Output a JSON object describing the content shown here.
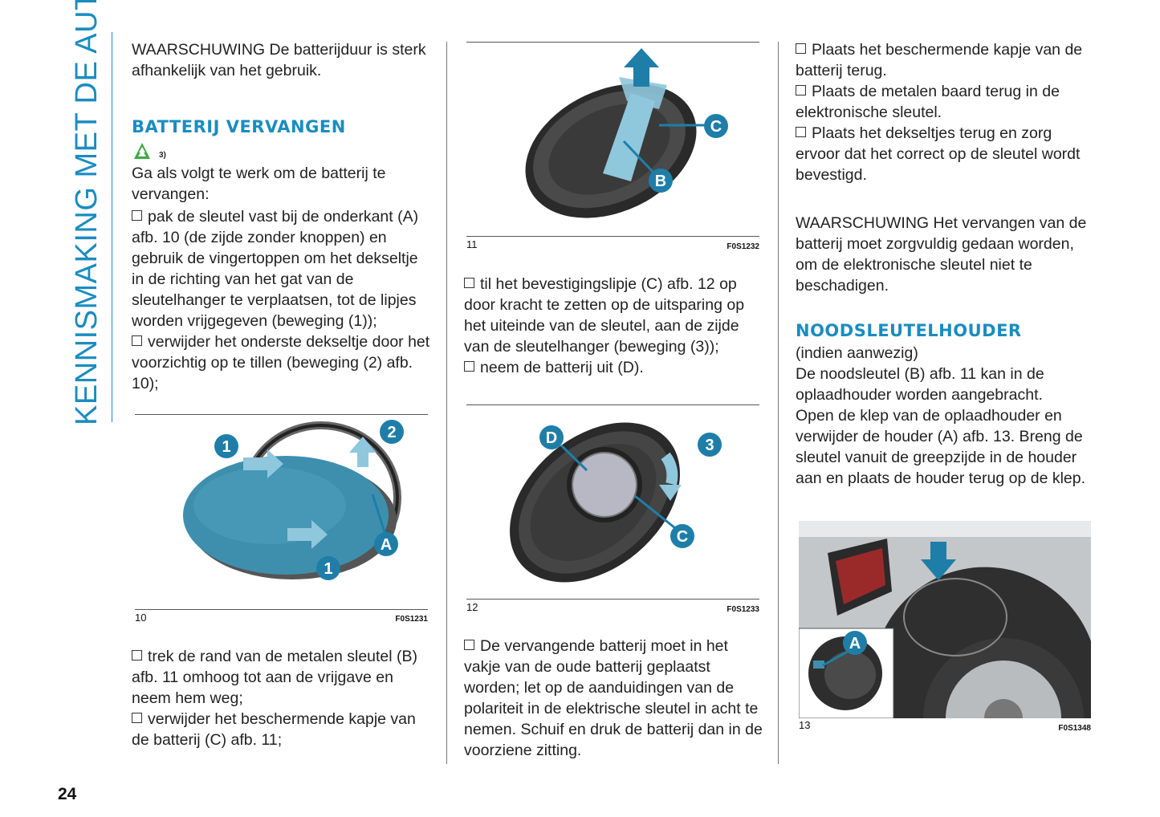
{
  "section_title": "KENNISMAKING MET DE AUTO",
  "page_number": "24",
  "col1": {
    "warning1": "WAARSCHUWING De batterijduur is sterk afhankelijk van het gebruik.",
    "heading": "BATTERIJ VERVANGEN",
    "note_ref": "3)",
    "intro": "Ga als volgt te werk om de batterij te vervangen:",
    "step1": "pak de sleutel vast bij de onderkant (A) afb. 10 (de zijde zonder knoppen) en gebruik de vingertoppen om het dekseltje in de richting van het gat van de sleutelhanger te verplaatsen, tot de lipjes worden vrijgegeven (beweging (1));",
    "step2": "verwijder het onderste dekseltje door het voorzichtig op te tillen (beweging (2) afb. 10);",
    "step3": "trek de rand van de metalen sleutel (B) afb. 11 omhoog tot aan de vrijgave en neem hem weg;",
    "step4": "verwijder het beschermende kapje van de batterij (C) afb. 11;"
  },
  "col2": {
    "step5": "til het bevestigingslipje (C) afb. 12 op door kracht te zetten op de uitsparing op het uiteinde van de sleutel, aan de zijde van de sleutelhanger (beweging (3));",
    "step6": "neem de batterij uit (D).",
    "step7": "De vervangende batterij moet in het vakje van de oude batterij geplaatst worden; let op de aanduidingen van de polariteit in de elektrische sleutel in acht te nemen. Schuif en druk de batterij dan in de voorziene zitting."
  },
  "col3": {
    "step8": "Plaats het beschermende kapje van de batterij terug.",
    "step9": "Plaats de metalen baard terug in de elektronische sleutel.",
    "step10": "Plaats het dekseltjes terug en zorg ervoor dat het correct op de sleutel wordt bevestigd.",
    "warning2": "WAARSCHUWING Het vervangen van de batterij moet zorgvuldig gedaan worden, om de elektronische sleutel niet te beschadigen.",
    "heading": "NOODSLEUTELHOUDER",
    "heading_note": "(indien aanwezig)",
    "para1": "De noodsleutel (B) afb. 11 kan in de oplaadhouder worden aangebracht.",
    "para2": "Open de klep van de oplaadhouder en verwijder de houder (A) afb. 13. Breng de sleutel vanuit de greepzijde in de houder aan en plaats de houder terug op de klep."
  },
  "figures": {
    "fig10": {
      "number": "10",
      "code": "F0S1231",
      "callouts": [
        "1",
        "2",
        "A",
        "1"
      ]
    },
    "fig11": {
      "number": "11",
      "code": "F0S1232",
      "callouts": [
        "C",
        "B"
      ]
    },
    "fig12": {
      "number": "12",
      "code": "F0S1233",
      "callouts": [
        "D",
        "3",
        "C"
      ]
    },
    "fig13": {
      "number": "13",
      "code": "F0S1348",
      "callouts": [
        "A"
      ]
    }
  },
  "colors": {
    "accent": "#1a8cc0",
    "callout": "#1e7ea8",
    "cover": "#3e8fae"
  },
  "icons": [
    "env-tree-icon",
    "checkbox-bullet-icon",
    "arrow-up-icon",
    "arrow-right-icon",
    "arrow-down-icon",
    "rotate-arrow-icon"
  ]
}
